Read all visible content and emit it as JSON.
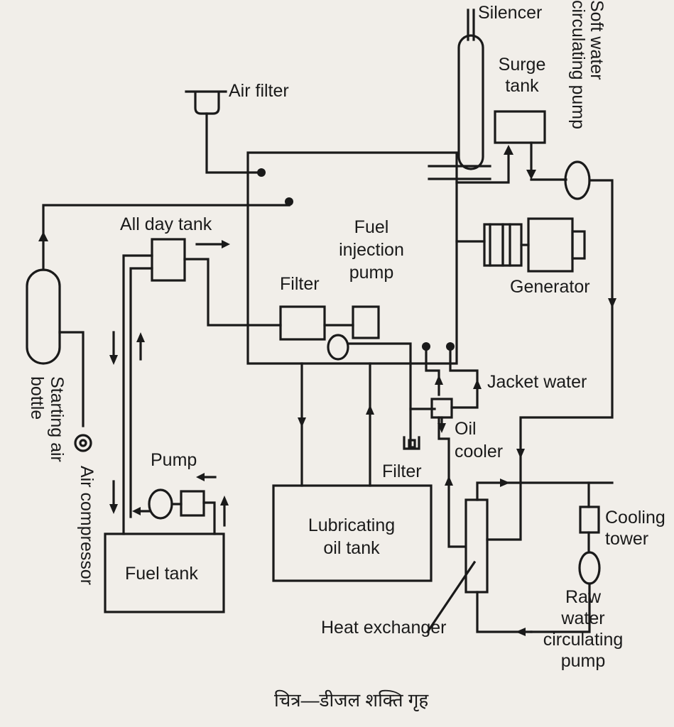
{
  "labels": {
    "silencer": "Silencer",
    "soft_water_pump": [
      "Soft water",
      "circulating pump"
    ],
    "surge_tank": [
      "Surge",
      "tank"
    ],
    "air_filter": "Air filter",
    "all_day_tank": "All day tank",
    "fuel_injection_pump": [
      "Fuel",
      "injection",
      "pump"
    ],
    "filter_top": "Filter",
    "generator": "Generator",
    "jacket_water": "Jacket water",
    "starting_air_bottle": [
      "Starting air",
      "bottle"
    ],
    "air_compressor": "Air compressor",
    "pump": "Pump",
    "oil_cooler": [
      "Oil",
      "cooler"
    ],
    "filter_bottom": "Filter",
    "lubricating_oil_tank": [
      "Lubricating",
      "oil tank"
    ],
    "cooling_tower": [
      "Cooling",
      "tower"
    ],
    "fuel_tank": "Fuel tank",
    "raw_water_pump": [
      "Raw",
      "water",
      "circulating",
      "pump"
    ],
    "heat_exchanger": "Heat exchanger"
  },
  "caption": "चित्र—डीजल शक्ति गृह"
}
